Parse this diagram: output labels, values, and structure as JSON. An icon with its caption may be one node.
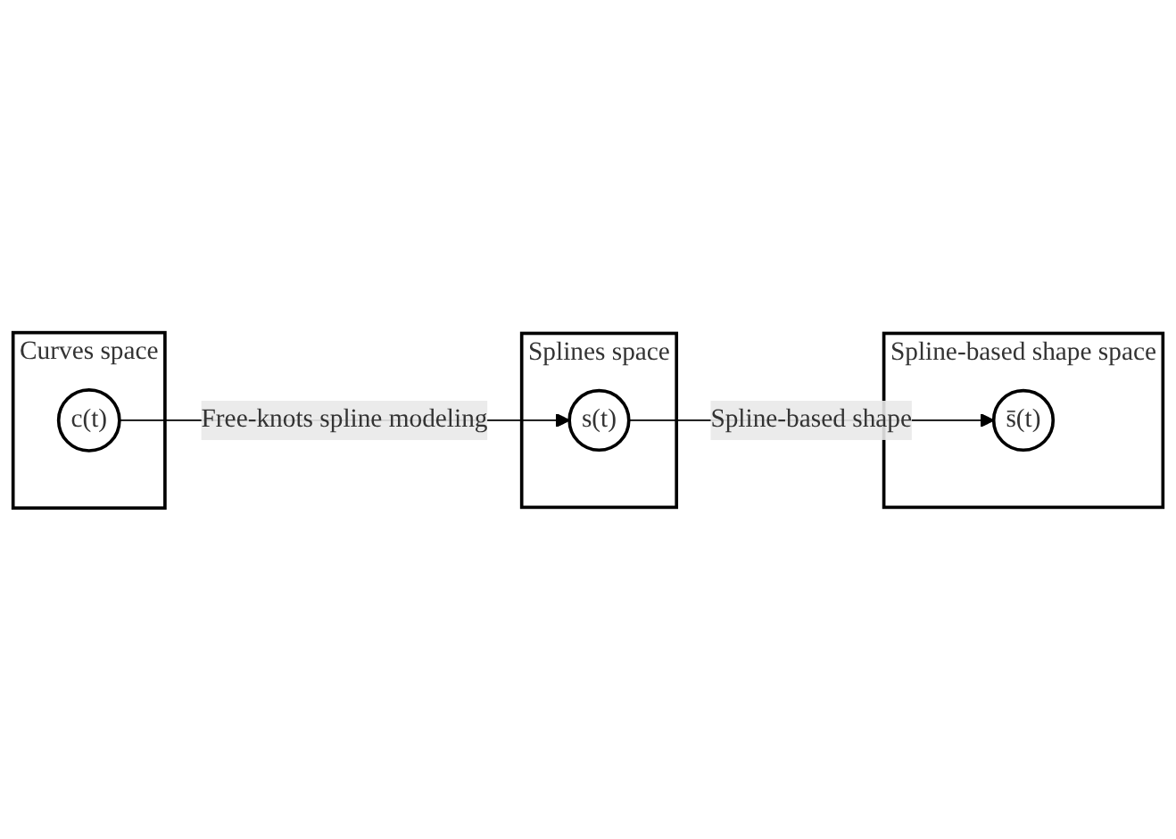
{
  "diagram": {
    "nodes": [
      {
        "text": [
          "Splines space"
        ]
      },
      {
        "text": [
          "s(t)"
        ],
        "in": 0
      },
      {
        "text": [
          "Curves space"
        ]
      },
      {
        "text": [
          "c(t)"
        ],
        "in": 2
      },
      {
        "text": [
          "Spline-based shape space"
        ]
      },
      {
        "text": [
          "s̄(t)"
        ],
        "in": 4
      }
    ],
    "edges": [
      {
        "from": 3,
        "to": 1,
        "arrow": "to",
        "label": "Free-knots spline modeling"
      },
      {
        "from": 1,
        "to": 5,
        "arrow": "to",
        "label": "Spline-based shape"
      }
    ]
  }
}
